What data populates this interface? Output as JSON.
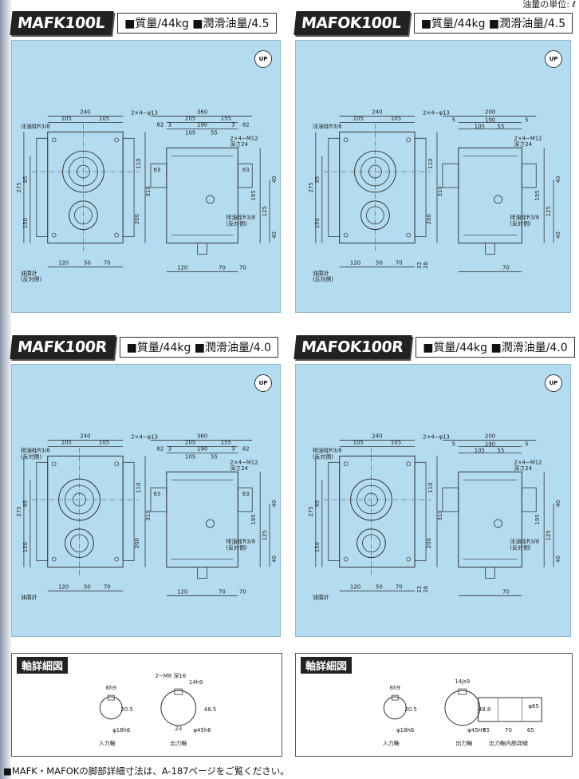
{
  "unit_note": "油量の単位: ℓ",
  "panels": [
    {
      "model": "MAFK100L",
      "spec": "■質量/44kg ■潤滑油量/4.5",
      "up": "UP",
      "labels": {
        "drain": "注油栓R3/8",
        "gauge": "油面計\n(反対側)",
        "plug": "排油栓R3/8\n(反対側)",
        "bolt": "2×4−φ13",
        "tap": "2×4−M12\n深さ24"
      },
      "dims": [
        "240",
        "105",
        "105",
        "360",
        "205",
        "155",
        "82",
        "3",
        "190",
        "3",
        "82",
        "105",
        "55",
        "63",
        "63",
        "110",
        "310",
        "195",
        "125",
        "40",
        "40",
        "200",
        "95",
        "275",
        "150",
        "120",
        "50",
        "70",
        "120",
        "70",
        "70"
      ]
    },
    {
      "model": "MAFOK100L",
      "spec": "■質量/44kg ■潤滑油量/4.5",
      "up": "UP",
      "labels": {
        "drain": "注油栓R3/8",
        "gauge": "油面計\n(反対側)",
        "plug": "排油栓R3/8\n(反対側)",
        "bolt": "2×4−φ13",
        "tap": "2×4−M12\n深さ24"
      },
      "dims": [
        "240",
        "105",
        "105",
        "200",
        "5",
        "190",
        "5",
        "105",
        "55",
        "110",
        "310",
        "195",
        "125",
        "40",
        "40",
        "200",
        "95",
        "275",
        "150",
        "120",
        "50",
        "70",
        "70",
        "22",
        "28"
      ]
    },
    {
      "model": "MAFK100R",
      "spec": "■質量/44kg ■潤滑油量/4.0",
      "up": "UP",
      "labels": {
        "drain": "排油栓R3/8\n(反対側)",
        "gauge": "油面計",
        "plug": "排油栓R3/8\n(反対側)",
        "bolt": "2×4−φ13",
        "tap": "2×4−M12\n深さ24"
      },
      "dims": [
        "240",
        "105",
        "105",
        "360",
        "205",
        "155",
        "82",
        "3",
        "190",
        "3",
        "82",
        "105",
        "55",
        "63",
        "63",
        "110",
        "310",
        "195",
        "125",
        "40",
        "40",
        "200",
        "95",
        "275",
        "150",
        "120",
        "50",
        "70",
        "120",
        "70",
        "70"
      ]
    },
    {
      "model": "MAFOK100R",
      "spec": "■質量/44kg ■潤滑油量/4.0",
      "up": "UP",
      "labels": {
        "drain": "排油栓R3/8\n(反対側)",
        "gauge": "油面計",
        "plug": "注油栓R3/8\n(反対側)",
        "bolt": "2×4−φ13",
        "tap": "2×4−M12\n深さ24"
      },
      "dims": [
        "240",
        "105",
        "105",
        "200",
        "5",
        "190",
        "5",
        "105",
        "55",
        "110",
        "310",
        "195",
        "125",
        "40",
        "40",
        "200",
        "95",
        "275",
        "150",
        "120",
        "50",
        "70",
        "70",
        "22",
        "28"
      ]
    }
  ],
  "details": [
    {
      "title": "軸詳細図",
      "labels": [
        "6h9",
        "20.5",
        "φ18h6",
        "入力軸",
        "2−M8 深16",
        "14h9",
        "48.5",
        "23",
        "φ45h6",
        "出力軸"
      ]
    },
    {
      "title": "軸詳細図",
      "labels": [
        "6h9",
        "20.5",
        "φ18h6",
        "入力軸",
        "14Js9",
        "48.8",
        "φ45H7",
        "出力軸",
        "φ65",
        "65",
        "70",
        "65",
        "出力軸内部詳細"
      ]
    }
  ],
  "footnote": "■MAFK・MAFOKの脚部詳細寸法は、A-187ページをご覧ください。"
}
